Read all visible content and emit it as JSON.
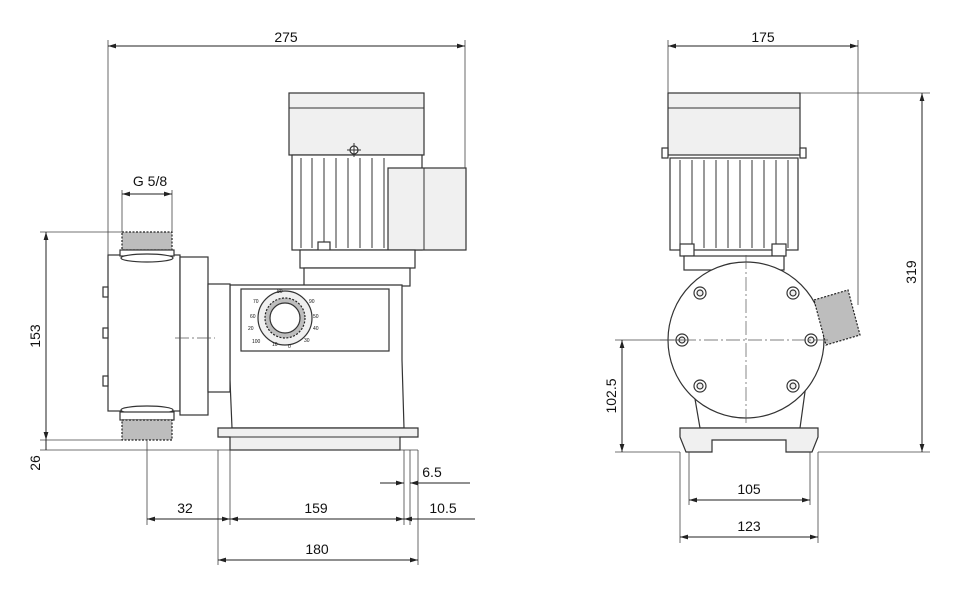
{
  "dimensions": {
    "total_width_front": "275",
    "thread": "G 5/8",
    "port_height": "153",
    "base_offset": "26",
    "suction_offset": "32",
    "base_length": "159",
    "base_gap": "6.5",
    "base_end": "10.5",
    "foot_length": "180",
    "side_width": "175",
    "total_height": "319",
    "shaft_height": "102.5",
    "foot_inner": "105",
    "foot_outer": "123"
  },
  "dial": {
    "marks": [
      "70",
      "80",
      "90",
      "60",
      "50",
      "100",
      "40",
      "30",
      "20",
      "10",
      "0"
    ]
  }
}
